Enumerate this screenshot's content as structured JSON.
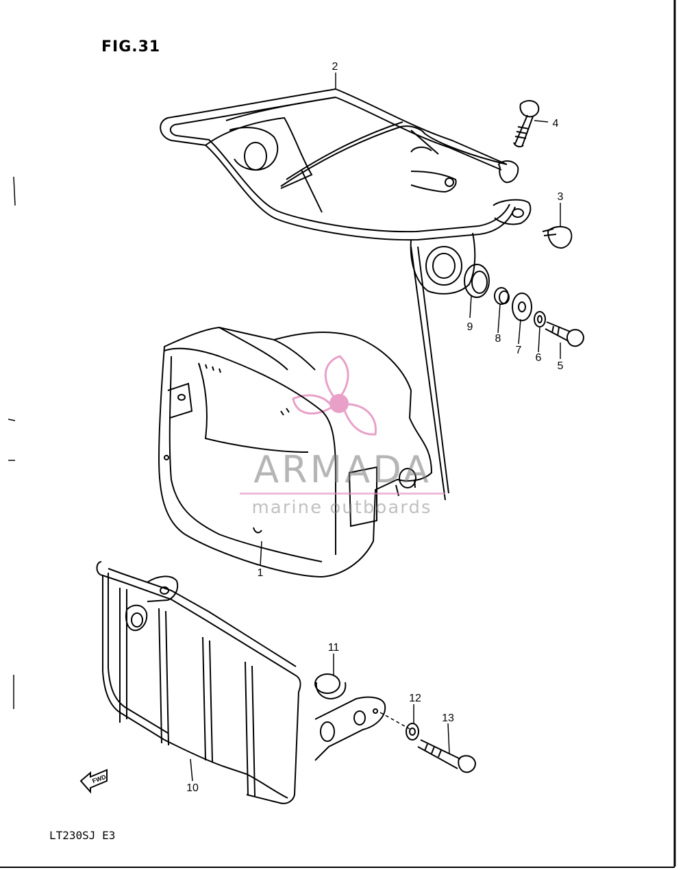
{
  "figure": {
    "title": "FIG.31",
    "model_code": "LT230SJ E3"
  },
  "callouts": [
    {
      "id": "c1",
      "label": "1"
    },
    {
      "id": "c2",
      "label": "2"
    },
    {
      "id": "c3",
      "label": "3"
    },
    {
      "id": "c4",
      "label": "4"
    },
    {
      "id": "c5",
      "label": "5"
    },
    {
      "id": "c6",
      "label": "6"
    },
    {
      "id": "c7",
      "label": "7"
    },
    {
      "id": "c8",
      "label": "8"
    },
    {
      "id": "c9",
      "label": "9"
    },
    {
      "id": "c10",
      "label": "10"
    },
    {
      "id": "c11",
      "label": "11"
    },
    {
      "id": "c12",
      "label": "12"
    },
    {
      "id": "c13",
      "label": "13"
    }
  ],
  "fwd_arrow": {
    "label": "FWD"
  },
  "watermark": {
    "name": "ARMADA",
    "tagline": "marine outboards",
    "accent_color": "#e8a0c8"
  }
}
